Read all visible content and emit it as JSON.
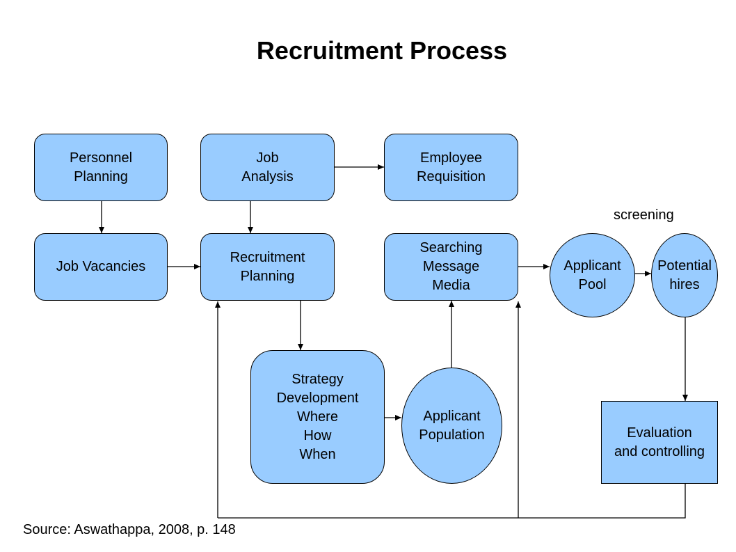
{
  "title": "Recruitment Process",
  "nodes": {
    "personnel_planning": "Personnel\n Planning",
    "job_analysis": "Job\nAnalysis",
    "employee_requisition": "Employee\n Requisition",
    "job_vacancies": "Job Vacancies",
    "recruitment_planning": "Recruitment\n Planning",
    "searching": "Searching\n Message\n Media",
    "applicant_pool": "Applicant\nPool",
    "potential_hires": "Potential\nhires",
    "strategy": "Strategy\nDevelopment\nWhere\nHow\nWhen",
    "applicant_population": "Applicant\nPopulation",
    "evaluation": "Evaluation\nand controlling"
  },
  "labels": {
    "screening": "screening",
    "source": "Source: Aswathappa, 2008, p. 148"
  },
  "colors": {
    "node_fill": "#99ccff",
    "stroke": "#000000"
  }
}
